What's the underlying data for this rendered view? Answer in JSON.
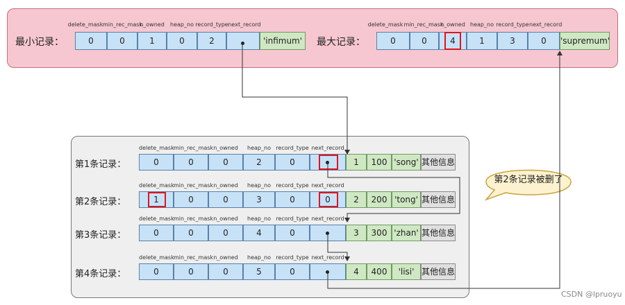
{
  "headers": [
    "delete_mask",
    "min_rec_mask",
    "n_owned",
    "heap_no",
    "record_type",
    "next_record"
  ],
  "min_record": {
    "label": "最小记录：",
    "values": [
      "0",
      "0",
      "1",
      "0",
      "2",
      ""
    ],
    "data": "'infimum'"
  },
  "max_record": {
    "label": "最大记录：",
    "values": [
      "0",
      "0",
      "4",
      "1",
      "3",
      "0"
    ],
    "data": "'supremum'"
  },
  "records": [
    {
      "label": "第1条记录：",
      "values": [
        "0",
        "0",
        "0",
        "2",
        "0",
        ""
      ],
      "id": "1",
      "num": "100",
      "name": "'song'",
      "extra": "其他信息"
    },
    {
      "label": "第2条记录：",
      "values": [
        "1",
        "0",
        "0",
        "3",
        "0",
        "0"
      ],
      "id": "2",
      "num": "200",
      "name": "'tong'",
      "extra": "其他信息"
    },
    {
      "label": "第3条记录：",
      "values": [
        "0",
        "0",
        "0",
        "4",
        "0",
        ""
      ],
      "id": "3",
      "num": "300",
      "name": "'zhan'",
      "extra": "其他信息"
    },
    {
      "label": "第4条记录：",
      "values": [
        "0",
        "0",
        "0",
        "5",
        "0",
        ""
      ],
      "id": "4",
      "num": "400",
      "name": "'lisi'",
      "extra": "其他信息"
    }
  ],
  "callout": "第2条记录被删了",
  "watermark": "CSDN @lpruoyu",
  "colors": {
    "top_panel": "#f6c7d0",
    "bottom_panel": "#efefef",
    "header_cell": "#c7e2f7",
    "data_cell": "#cfe8c3",
    "info_cell": "#e0e0e0",
    "highlight": "#e0141e",
    "callout_fill": "#fdf2cf",
    "callout_border": "#c8a33c"
  }
}
